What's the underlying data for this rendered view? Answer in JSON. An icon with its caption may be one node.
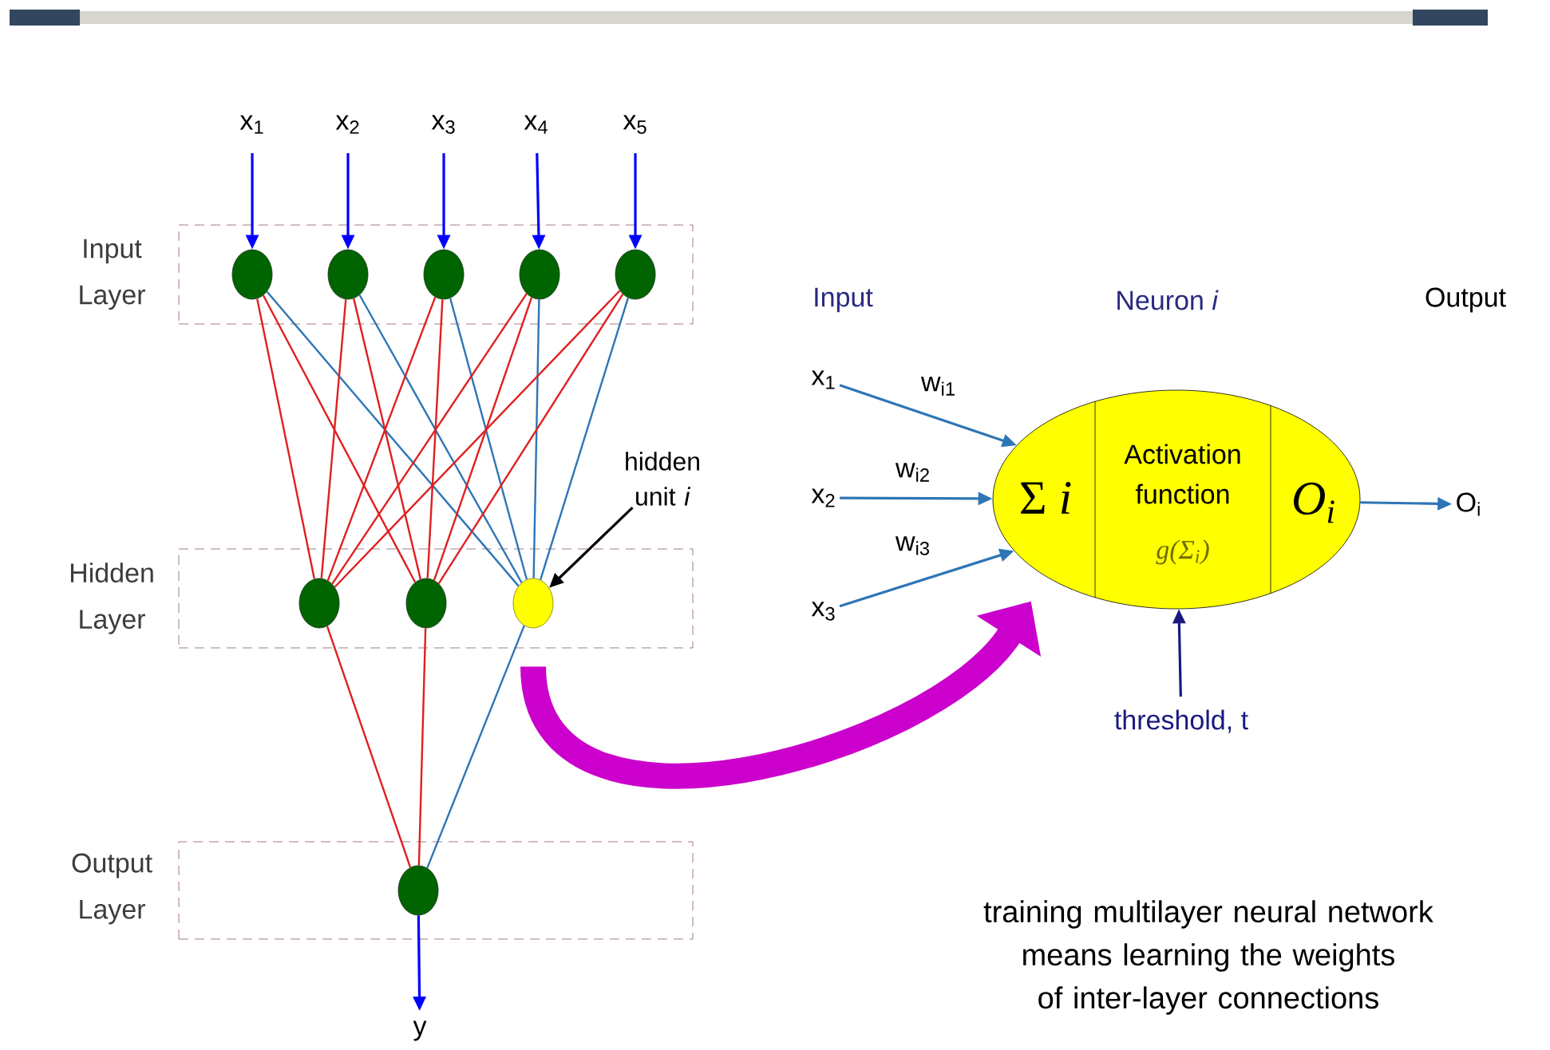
{
  "diagram": {
    "nodes": [
      {
        "text": [
          "x$_{1}$"
        ]
      },
      {
        "text": [
          "x$_{2}$"
        ]
      },
      {
        "text": [
          "x$_{3}$"
        ]
      },
      {
        "text": [
          "x$_{4}$"
        ]
      },
      {
        "text": [
          "x$_{5}$"
        ]
      },
      {
        "text": [
          "Input Layer"
        ]
      },
      {
        "text": [],
        "shape": "circle",
        "in": 5
      },
      {
        "text": [],
        "shape": "circle",
        "in": 5
      },
      {
        "text": [],
        "shape": "circle",
        "in": 5
      },
      {
        "text": [],
        "shape": "circle",
        "in": 5
      },
      {
        "text": [],
        "shape": "circle",
        "in": 5
      },
      {
        "text": [
          "Hidden Layer"
        ]
      },
      {
        "text": [],
        "shape": "circle",
        "in": 11
      },
      {
        "text": [],
        "shape": "circle",
        "in": 11
      },
      {
        "text": [],
        "shape": "circle",
        "in": 11
      },
      {
        "text": [
          "hidden unit *i*"
        ]
      },
      {
        "text": [
          "Output Layer"
        ]
      },
      {
        "text": [],
        "shape": "circle",
        "in": 16
      },
      {
        "text": [
          "y"
        ]
      },
      {
        "text": [
          "x$_{1}$"
        ]
      },
      {
        "text": [
          "x$_{2}$"
        ]
      },
      {
        "text": [
          "x$_{3}$"
        ]
      },
      {
        "text": [
          "Σ *i*",
          "Activation function",
          "g(Σ$_{i}$)",
          "O$_{i}$"
        ]
      },
      {
        "text": [
          "O$_{i}$"
        ]
      },
      {
        "text": [
          "threshold, t"
        ]
      }
    ],
    "edges": [
      {
        "from": 0,
        "to": 6,
        "arrow": "to",
        "color": "#0000ff"
      },
      {
        "from": 1,
        "to": 7,
        "arrow": "to",
        "color": "#0000ff"
      },
      {
        "from": 2,
        "to": 8,
        "arrow": "to",
        "color": "#0000ff"
      },
      {
        "from": 3,
        "to": 9,
        "arrow": "to",
        "color": "#0000ff"
      },
      {
        "from": 4,
        "to": 10,
        "arrow": "to",
        "color": "#0000ff"
      },
      {
        "from": 6,
        "to": 12,
        "arrow": "none",
        "color": "#e02020"
      },
      {
        "from": 6,
        "to": 13,
        "arrow": "none",
        "color": "#e02020"
      },
      {
        "from": 6,
        "to": 14,
        "arrow": "none",
        "color": "#2e75b6"
      },
      {
        "from": 7,
        "to": 12,
        "arrow": "none",
        "color": "#e02020"
      },
      {
        "from": 7,
        "to": 13,
        "arrow": "none",
        "color": "#e02020"
      },
      {
        "from": 7,
        "to": 14,
        "arrow": "none",
        "color": "#2e75b6"
      },
      {
        "from": 8,
        "to": 12,
        "arrow": "none",
        "color": "#e02020"
      },
      {
        "from": 8,
        "to": 13,
        "arrow": "none",
        "color": "#e02020"
      },
      {
        "from": 8,
        "to": 14,
        "arrow": "none",
        "color": "#2e75b6"
      },
      {
        "from": 9,
        "to": 12,
        "arrow": "none",
        "color": "#e02020"
      },
      {
        "from": 9,
        "to": 13,
        "arrow": "none",
        "color": "#e02020"
      },
      {
        "from": 9,
        "to": 14,
        "arrow": "none",
        "color": "#2e75b6"
      },
      {
        "from": 10,
        "to": 12,
        "arrow": "none",
        "color": "#e02020"
      },
      {
        "from": 10,
        "to": 13,
        "arrow": "none",
        "color": "#e02020"
      },
      {
        "from": 10,
        "to": 14,
        "arrow": "none",
        "color": "#2e75b6"
      },
      {
        "from": 12,
        "to": 17,
        "arrow": "none",
        "color": "#e02020"
      },
      {
        "from": 13,
        "to": 17,
        "arrow": "none",
        "color": "#e02020"
      },
      {
        "from": 14,
        "to": 17,
        "arrow": "none",
        "color": "#2e75b6"
      },
      {
        "from": 17,
        "to": 18,
        "arrow": "to",
        "color": "#0000ff"
      },
      {
        "from": 15,
        "to": 14,
        "arrow": "to",
        "color": "#000000"
      },
      {
        "from": 19,
        "to": 22,
        "arrow": "to",
        "label": "w$_{i1}$",
        "color": "#2e75b6"
      },
      {
        "from": 20,
        "to": 22,
        "arrow": "to",
        "label": "w$_{i2}$",
        "color": "#2e75b6"
      },
      {
        "from": 21,
        "to": 22,
        "arrow": "to",
        "label": "w$_{i3}$",
        "color": "#2e75b6"
      },
      {
        "from": 22,
        "to": 23,
        "arrow": "to",
        "color": "#2e75b6"
      },
      {
        "from": 24,
        "to": 22,
        "arrow": "to",
        "color": "#1a1a80"
      },
      {
        "from": 14,
        "to": 22,
        "arrow": "to",
        "style": "thick",
        "color": "#cc00cc"
      }
    ],
    "labels": [
      "Input",
      "Neuron *i*",
      "Output",
      "training multilayer neural network means learning the weights of inter-layer connections"
    ]
  }
}
